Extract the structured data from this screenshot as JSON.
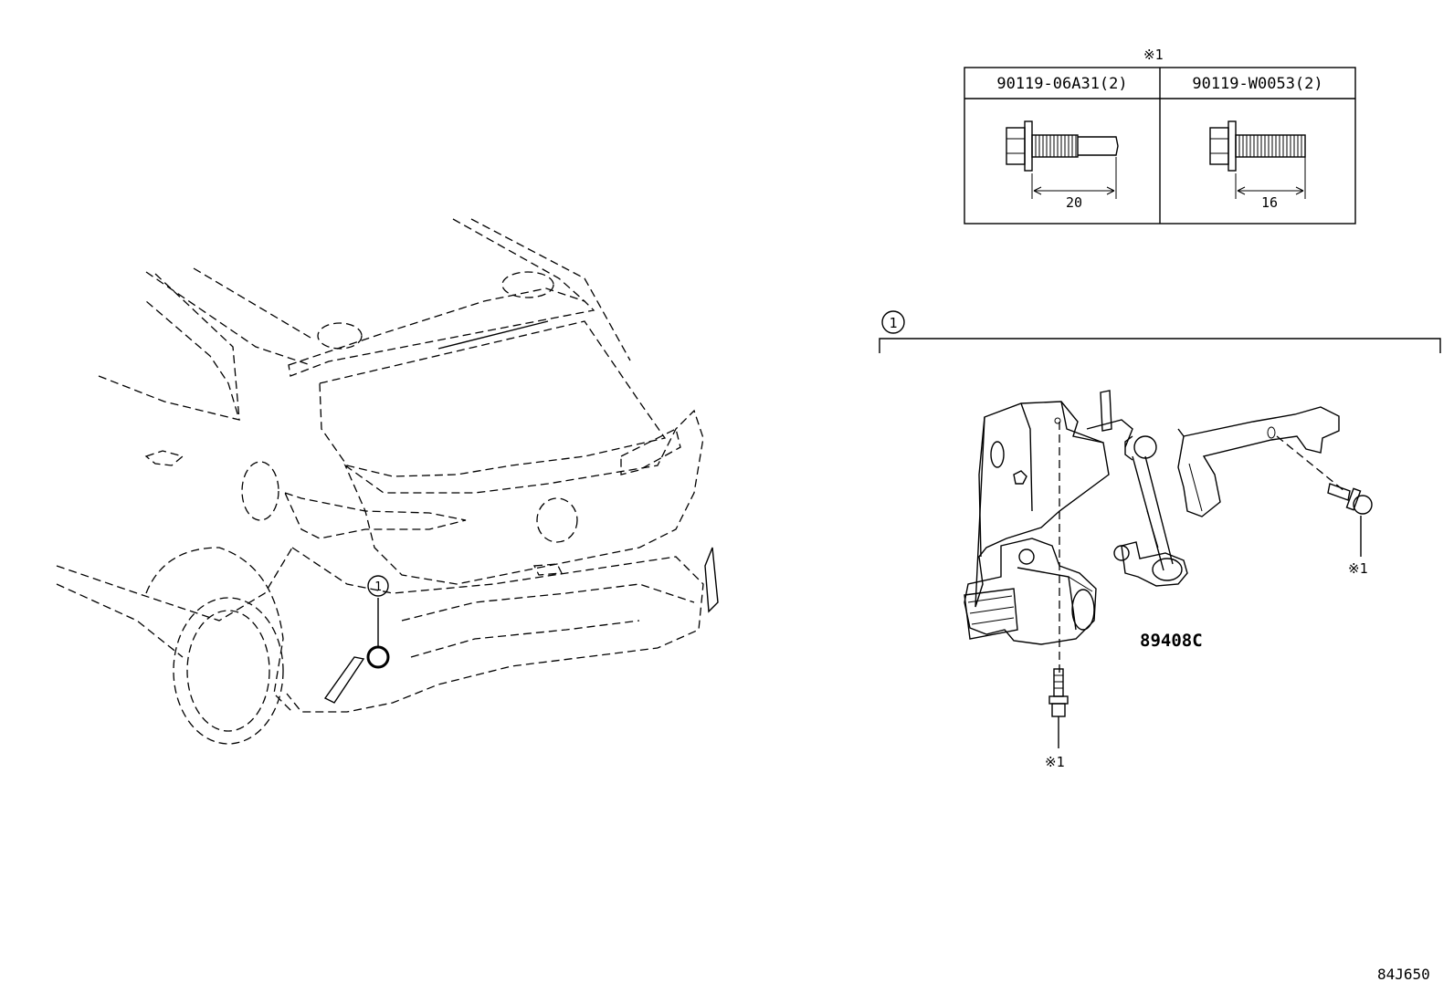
{
  "bolt_table": {
    "marker": "※1",
    "columns": [
      {
        "part_number": "90119-06A31(2)",
        "length": "20"
      },
      {
        "part_number": "90119-W0053(2)",
        "length": "16"
      }
    ]
  },
  "assembly": {
    "callout": "1",
    "part_number": "89408C",
    "bolt_refs": [
      "※1",
      "※1"
    ]
  },
  "vehicle": {
    "callout": "1"
  },
  "diagram_code": "84J650",
  "colors": {
    "ink": "#000000",
    "background": "#ffffff"
  }
}
